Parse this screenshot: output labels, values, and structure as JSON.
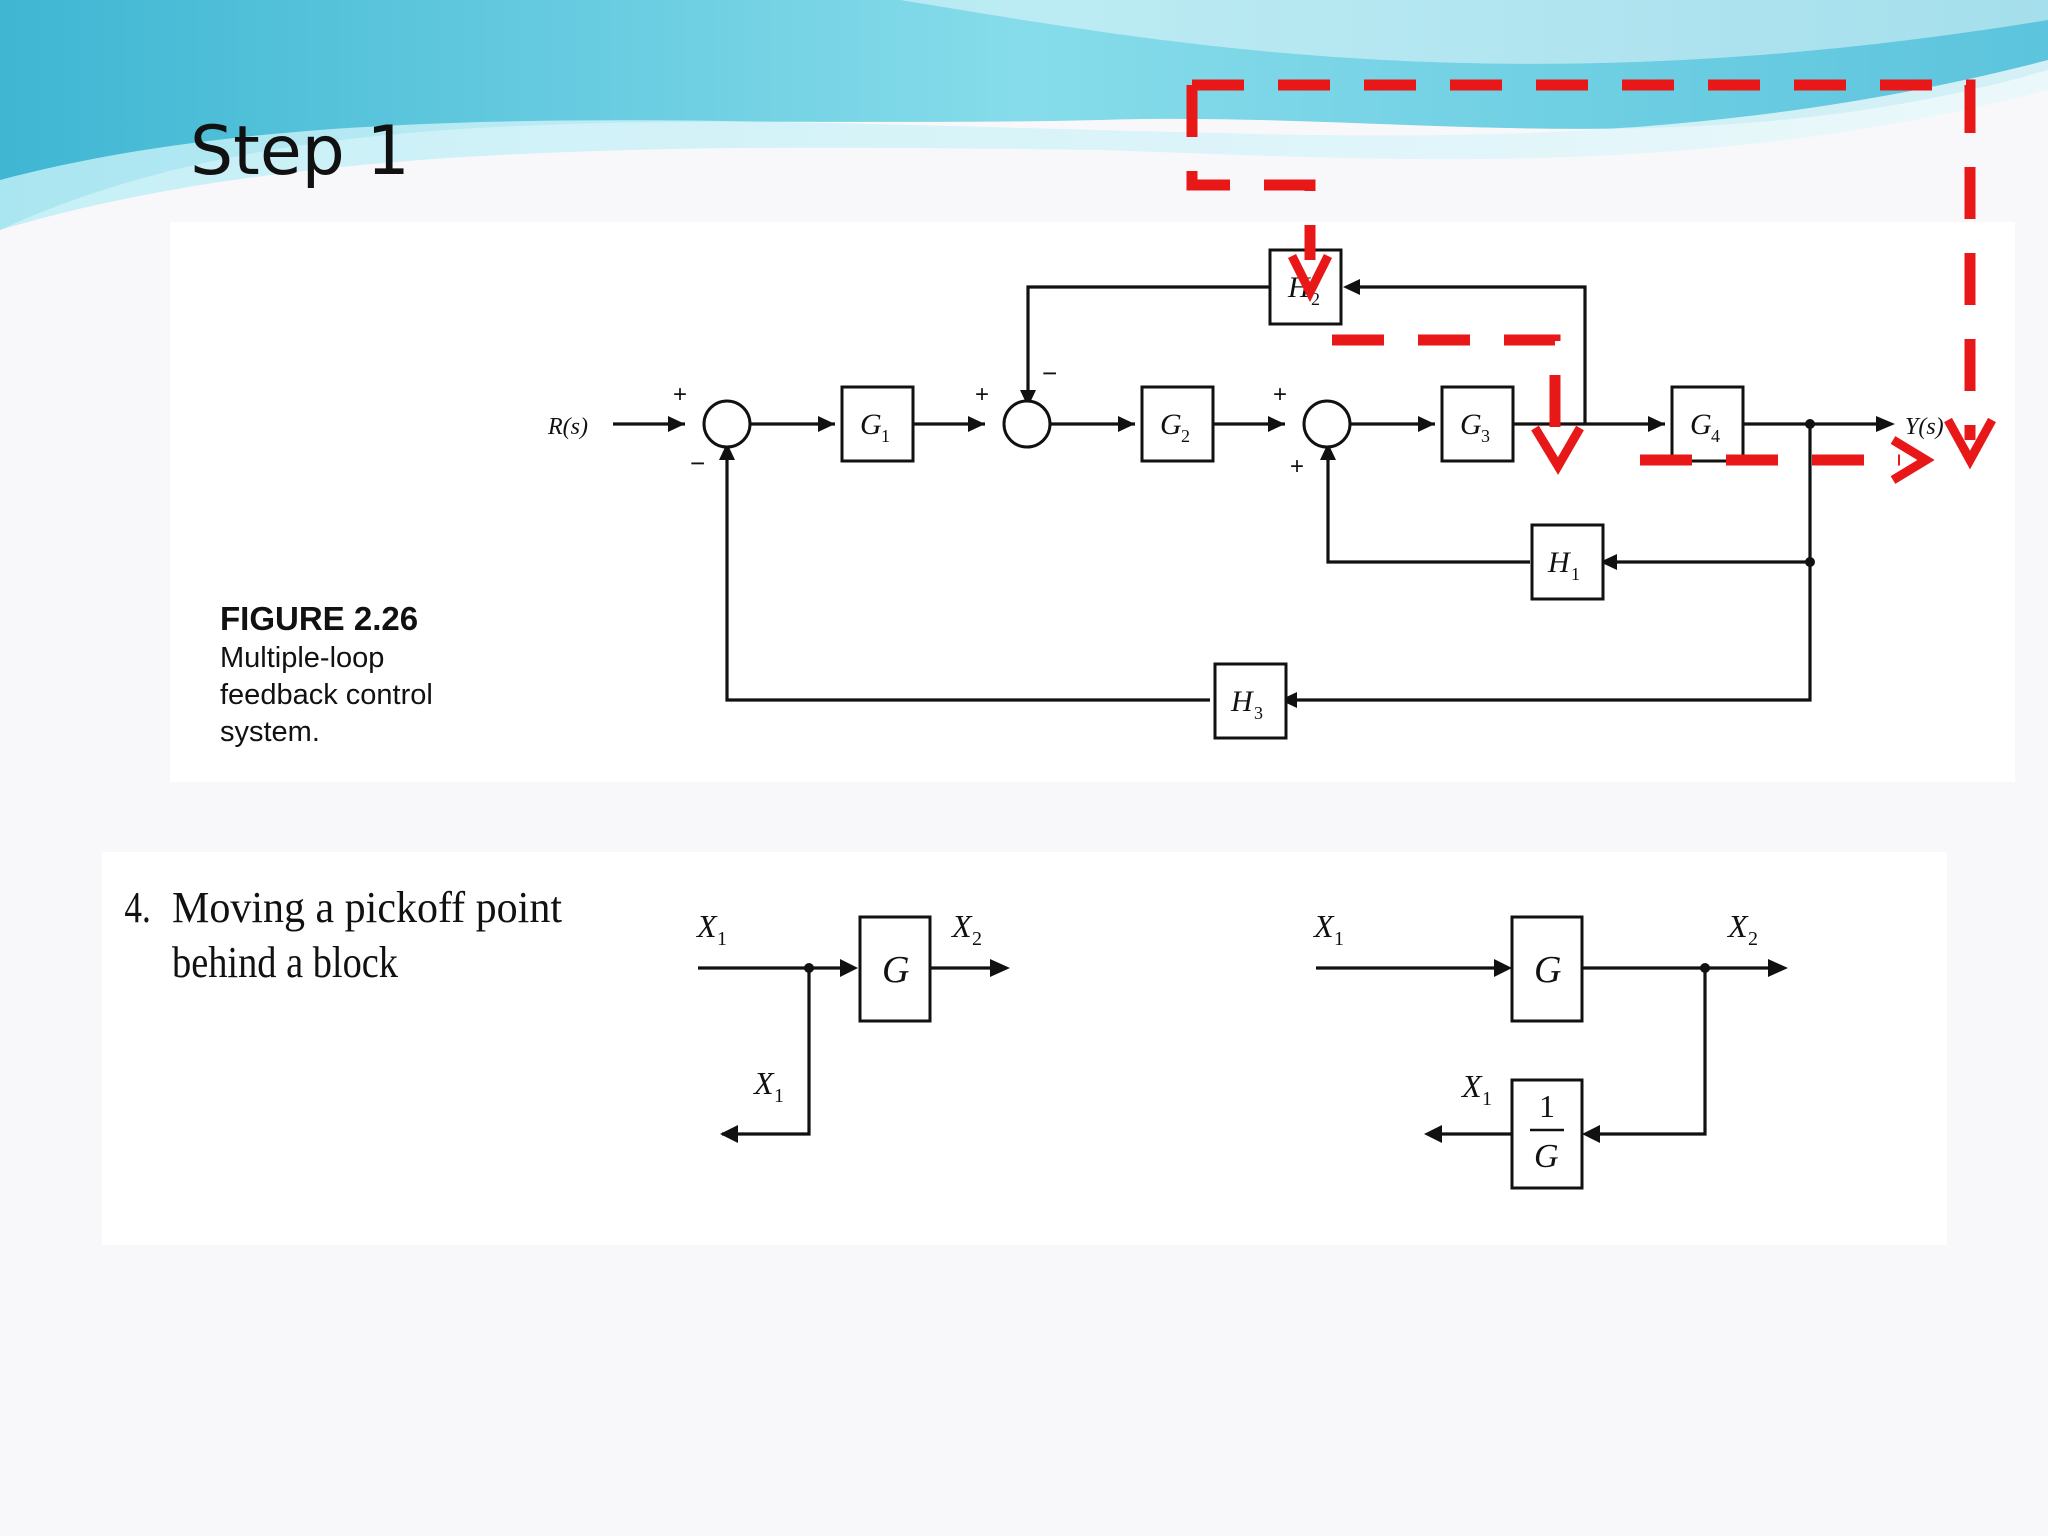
{
  "slide": {
    "title": "Step 1"
  },
  "figure": {
    "caption_title": "FIGURE 2.26",
    "caption_lines": [
      "Multiple-loop",
      "feedback control",
      "system."
    ],
    "input": "R(s)",
    "output": "Y(s)",
    "blocks": {
      "g1": {
        "name": "G",
        "sub": "1"
      },
      "g2": {
        "name": "G",
        "sub": "2"
      },
      "g3": {
        "name": "G",
        "sub": "3"
      },
      "g4": {
        "name": "G",
        "sub": "4"
      },
      "h1": {
        "name": "H",
        "sub": "1"
      },
      "h2": {
        "name": "H",
        "sub": "2"
      },
      "h3": {
        "name": "H",
        "sub": "3"
      }
    },
    "signs": {
      "sum1_plus": "+",
      "sum1_minus": "−",
      "sum2_plus": "+",
      "sum2_minus": "−",
      "sum3_plus_top": "+",
      "sum3_plus_bottom": "+"
    }
  },
  "rule": {
    "number": "4.",
    "title_line1": "Moving a pickoff point",
    "title_line2": "behind a block",
    "block": "G",
    "x1": {
      "name": "X",
      "sub": "1"
    },
    "x2": {
      "name": "X",
      "sub": "2"
    },
    "inverse_num": "1",
    "inverse_den": "G"
  },
  "colors": {
    "annotation": "#e81818",
    "banner": "#4fc3dc"
  }
}
